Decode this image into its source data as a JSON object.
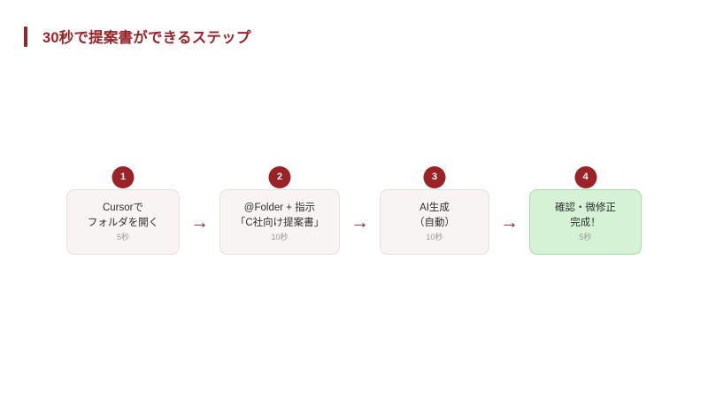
{
  "slide": {
    "title": "30秒で提案書ができるステップ",
    "accent_color": "#9B2226",
    "background_color": "#ffffff"
  },
  "flow": {
    "arrow_glyph": "→",
    "arrow_color": "#9B2226",
    "steps": [
      {
        "number": "1",
        "lines": [
          "Cursorで",
          "フォルダを開く"
        ],
        "time": "5秒",
        "highlight": false,
        "box_color": "#F7F4F3",
        "border_color": "#E6E1E0"
      },
      {
        "number": "2",
        "lines": [
          "@Folder + 指示",
          "「C社向け提案書」"
        ],
        "time": "10秒",
        "highlight": false,
        "box_color": "#F7F4F3",
        "border_color": "#E6E1E0"
      },
      {
        "number": "3",
        "lines": [
          "AI生成",
          "（自動）"
        ],
        "time": "10秒",
        "highlight": false,
        "box_color": "#F7F4F3",
        "border_color": "#E6E1E0"
      },
      {
        "number": "4",
        "lines": [
          "確認・微修正",
          "完成！"
        ],
        "time": "5秒",
        "highlight": true,
        "box_color": "#D5F2D6",
        "border_color": "#A6DCA8"
      }
    ]
  }
}
